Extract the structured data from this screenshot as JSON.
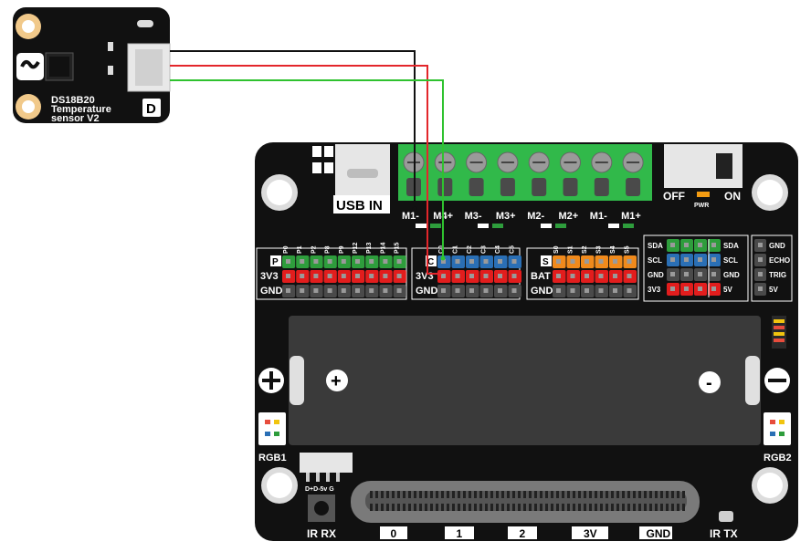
{
  "sensor": {
    "title_line1": "DS18B20",
    "title_line2": "Temperature",
    "title_line3": "sensor V2",
    "logo_letter": "D"
  },
  "board": {
    "usb_label": "USB IN",
    "power_off": "OFF",
    "power_on": "ON",
    "pwr_led": "PWR",
    "motor_labels": [
      "M1-",
      "M4+",
      "M3-",
      "M3+",
      "M2-",
      "M2+",
      "M1-",
      "M1+"
    ],
    "header_p": {
      "tag": "P",
      "pins": [
        "P0",
        "P1",
        "P2",
        "P8",
        "P9",
        "P12",
        "P13",
        "P14",
        "P15"
      ],
      "rows": [
        "3V3",
        "GND"
      ]
    },
    "header_c": {
      "tag": "C",
      "pins": [
        "C0",
        "C1",
        "C2",
        "C3",
        "C4",
        "C5"
      ],
      "rows": [
        "3V3",
        "GND"
      ]
    },
    "header_s": {
      "tag": "S",
      "pins": [
        "S0",
        "S1",
        "S2",
        "S3",
        "S4",
        "S5"
      ],
      "rows": [
        "BAT",
        "GND"
      ]
    },
    "i2c": {
      "left": [
        "SDA",
        "SCL",
        "GND",
        "3V3"
      ],
      "right": [
        "SDA",
        "SCL",
        "GND",
        "5V"
      ]
    },
    "ultrasonic": [
      "GND",
      "ECHO",
      "TRIG",
      "5V"
    ],
    "battery_plus": "+",
    "battery_minus": "-",
    "rgb1": "RGB1",
    "rgb2": "RGB2",
    "jst_pins": "D+D-5v G",
    "ir_rx": "IR RX",
    "ir_tx": "IR TX",
    "edge_pins": [
      "0",
      "1",
      "2",
      "3V",
      "GND"
    ]
  },
  "colors": {
    "board": "#111111",
    "wire_black": "#111111",
    "wire_red": "#e3262b",
    "wire_green": "#2fc22f",
    "terminal": "#31b94a",
    "pin_green": "#2e9d3c",
    "pin_red": "#e21d1d",
    "pin_blue": "#2a6fb5",
    "pin_orange": "#f08a1c",
    "pin_gray": "#4a4a4a",
    "hole": "#f1c98a"
  }
}
